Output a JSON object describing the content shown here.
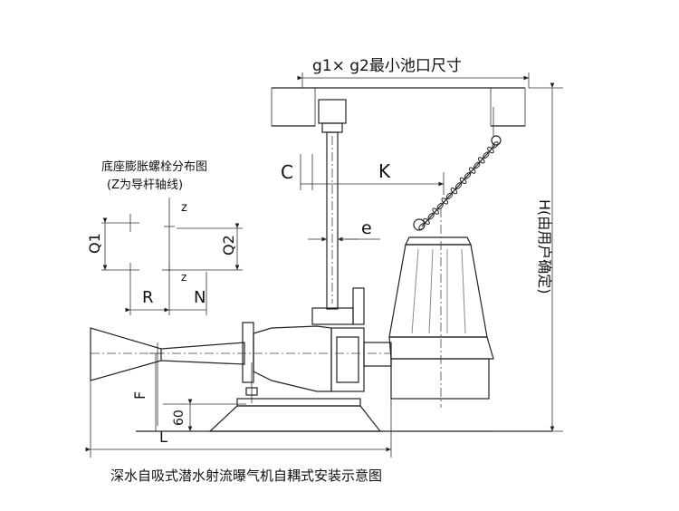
{
  "labels": {
    "pit_size": "g1× g2最小池口尺寸",
    "anchor_title": "底座膨胀螺栓分布图",
    "anchor_subtitle": "(Z为导杆轴线)",
    "c": "C",
    "k": "K",
    "e": "e",
    "q1": "Q1",
    "q2": "Q2",
    "r": "R",
    "n": "N",
    "z_top": "z",
    "z_bottom": "z",
    "f": "F",
    "l": "L",
    "sixty": "60",
    "h": "H(由用户确定)",
    "caption": "深水自吸式潜水射流曝气机自耦式安装示意图"
  },
  "colors": {
    "line": "#222222",
    "hatch": "#555555",
    "pump_fill": "#3a3a3a"
  }
}
